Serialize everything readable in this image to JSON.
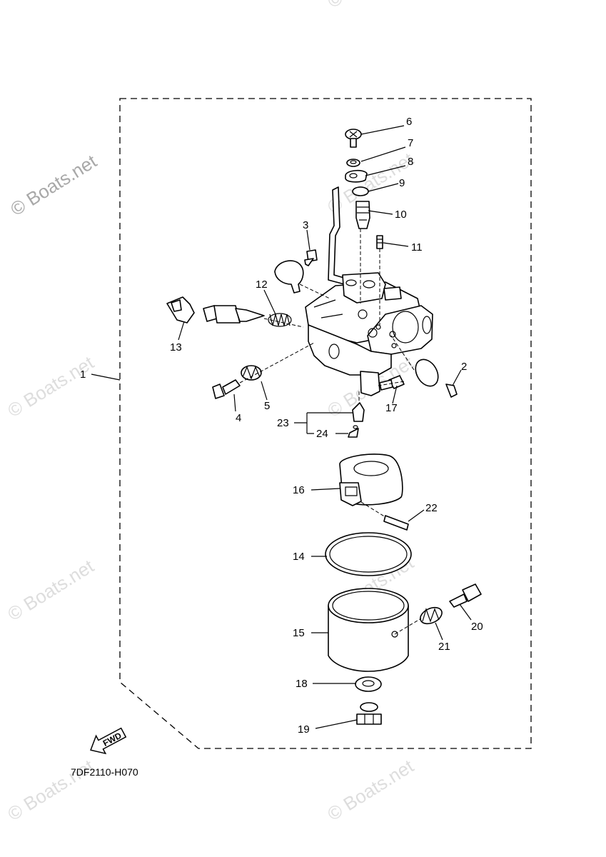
{
  "diagram": {
    "code": "7DF2110-H070",
    "fwd_label": "FWD",
    "watermark": "© Boats.net",
    "callouts": [
      {
        "id": "1",
        "label": "1"
      },
      {
        "id": "2",
        "label": "2"
      },
      {
        "id": "3",
        "label": "3"
      },
      {
        "id": "4",
        "label": "4"
      },
      {
        "id": "5",
        "label": "5"
      },
      {
        "id": "6",
        "label": "6"
      },
      {
        "id": "7",
        "label": "7"
      },
      {
        "id": "8",
        "label": "8"
      },
      {
        "id": "9",
        "label": "9"
      },
      {
        "id": "10",
        "label": "10"
      },
      {
        "id": "11",
        "label": "11"
      },
      {
        "id": "12",
        "label": "12"
      },
      {
        "id": "13",
        "label": "13"
      },
      {
        "id": "14",
        "label": "14"
      },
      {
        "id": "15",
        "label": "15"
      },
      {
        "id": "16",
        "label": "16"
      },
      {
        "id": "17",
        "label": "17"
      },
      {
        "id": "18",
        "label": "18"
      },
      {
        "id": "19",
        "label": "19"
      },
      {
        "id": "20",
        "label": "20"
      },
      {
        "id": "21",
        "label": "21"
      },
      {
        "id": "22",
        "label": "22"
      },
      {
        "id": "23",
        "label": "23"
      },
      {
        "id": "24",
        "label": "24"
      }
    ]
  }
}
